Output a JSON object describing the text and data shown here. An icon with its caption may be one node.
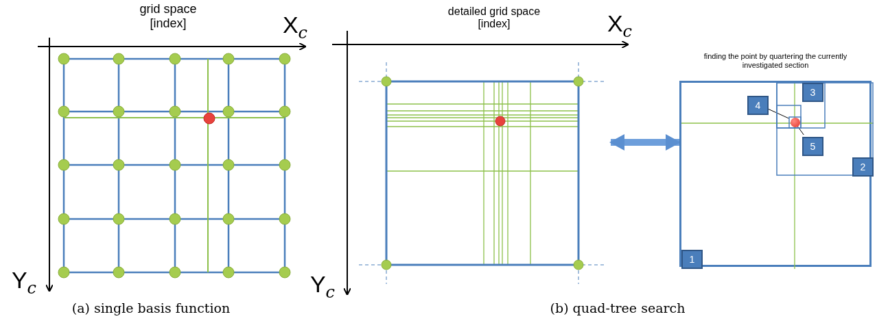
{
  "diagram": {
    "nodes": [
      {
        "text": [],
        "shape": "picture"
      },
      {
        "text": [],
        "shape": "picture"
      },
      {
        "text": [],
        "shape": "box"
      },
      {
        "text": [
          "3"
        ],
        "in": 2
      },
      {
        "text": [
          "4"
        ],
        "in": 2
      },
      {
        "text": [],
        "shape": "circle",
        "in": 2
      },
      {
        "text": [
          "5"
        ],
        "in": 2
      },
      {
        "text": [
          "2"
        ],
        "in": 2
      },
      {
        "text": [
          "1"
        ],
        "in": 2
      }
    ],
    "edges": [
      {
        "from": 1,
        "to": 2,
        "arrow": "both",
        "style": "thick",
        "color": "#6d9edb"
      },
      {
        "from": 4,
        "to": 5,
        "arrow": "none"
      },
      {
        "from": 6,
        "to": 5,
        "arrow": "none"
      }
    ],
    "labels": [
      "grid space [index]",
      "X$_{c}$",
      "detailed grid space [index]",
      "X$_{c}$",
      "finding the point by quartering the currently investigated section",
      "Y$_{c}$",
      "Y$_{c}$",
      "(a) single basis function",
      "(b) quad-tree search"
    ]
  }
}
